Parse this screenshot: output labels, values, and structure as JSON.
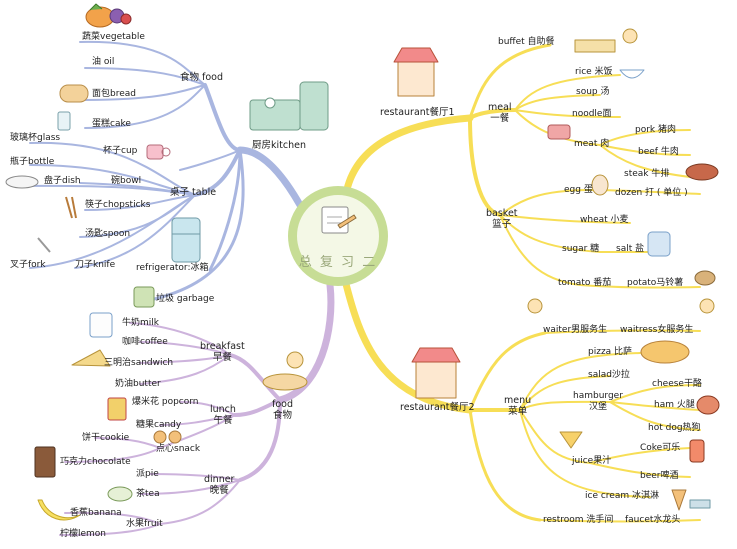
{
  "center": {
    "title": "总 复 习 二"
  },
  "colors": {
    "kitchen": "#a9b6e0",
    "food": "#cdb3dc",
    "restaurant1": "#f7de56",
    "restaurant2": "#f7de56",
    "center_ring": "#c7dd95"
  },
  "kitchen": {
    "label": "厨房kitchen",
    "food": {
      "label": "食物 food",
      "items": [
        "蔬菜vegetable",
        "油 oil",
        "面包bread",
        "蛋糕cake"
      ]
    },
    "cup": "杯子cup",
    "table": {
      "label": "桌子 table",
      "items": [
        "玻璃杯glass",
        "瓶子bottle",
        "盘子dish",
        "碗bowl",
        "筷子chopsticks",
        "汤匙spoon",
        "叉子fork",
        "刀子knife"
      ]
    },
    "refrigerator": "refrigerator:冰箱",
    "garbage": "垃圾 garbage"
  },
  "food": {
    "label": "food\n食物",
    "breakfast": {
      "label": "breakfast\n早餐",
      "items": [
        "牛奶milk",
        "咖啡coffee",
        "三明治sandwich",
        "奶油butter"
      ]
    },
    "lunch": {
      "label": "lunch\n午餐",
      "items": [
        "爆米花 popcorn",
        "糖果candy",
        "饼干cookie",
        "点心snack",
        "巧克力chocolate"
      ]
    },
    "dinner": {
      "label": "dinner\n晚餐",
      "items": [
        "派pie",
        "茶tea",
        "香蕉banana",
        "水果fruit",
        "柠檬lemon"
      ]
    }
  },
  "restaurant1": {
    "label": "restaurant餐厅1",
    "buffet": "buffet 自助餐",
    "meal": {
      "label": "meal\n一餐",
      "items": [
        "rice 米饭",
        "soup 汤",
        "noodle面",
        "meat 肉",
        "pork 猪肉",
        "beef 牛肉",
        "steak 牛排"
      ]
    },
    "basket": {
      "label": "basket\n篮子",
      "items": [
        "egg 蛋",
        "dozen 打 ( 单位 )",
        "wheat 小麦",
        "sugar 糖",
        "salt 盐",
        "tomato 番茄",
        "potato马铃薯"
      ]
    }
  },
  "restaurant2": {
    "label": "restaurant餐厅2",
    "waiter": "waiter男服务生",
    "waitress": "waitress女服务生",
    "menu": {
      "label": "menu\n菜单",
      "items": [
        "pizza 比萨",
        "salad沙拉",
        "hamburger\n汉堡",
        "cheese干酪",
        "ham 火腿",
        "hot dog热狗",
        "juice果汁",
        "Coke可乐",
        "beer啤酒",
        "ice cream 冰淇淋"
      ]
    },
    "restroom": "restroom 洗手间",
    "faucet": "faucet水龙头"
  }
}
